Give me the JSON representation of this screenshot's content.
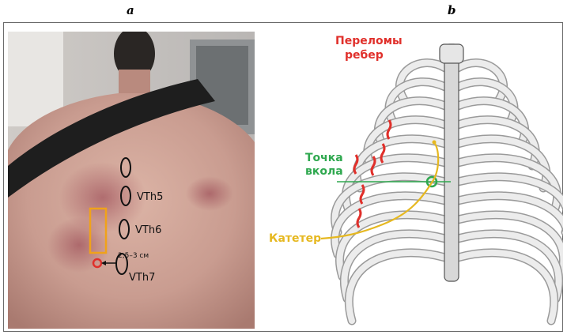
{
  "panels": {
    "a_label": "a",
    "b_label": "b"
  },
  "photo": {
    "vt5": "VTh5",
    "vt6": "VTh6",
    "vt7": "VTh7",
    "distance": "2,5–3 см"
  },
  "ribcage": {
    "fractures_line1": "Переломы",
    "fractures_line2": "ребер",
    "puncture_line1": "Точка",
    "puncture_line2": "вкола",
    "catheter": "Катетер"
  },
  "colors": {
    "fracture_red": "#e0302b",
    "puncture_green": "#2fa84f",
    "catheter_yellow": "#e6b820",
    "marker_orange": "#f0a21a"
  }
}
